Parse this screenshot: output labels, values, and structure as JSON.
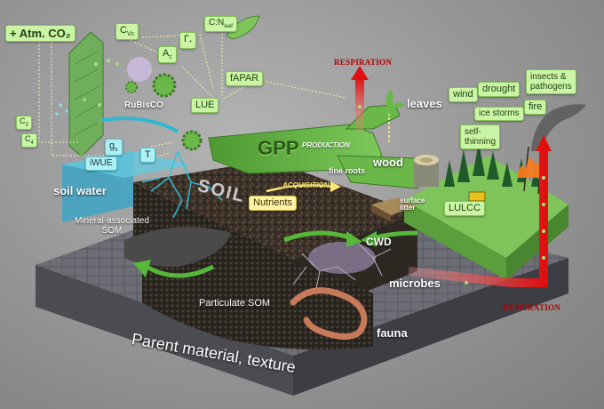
{
  "labels": {
    "atm_co2": "+ Atm. CO₂",
    "c_vc": "C",
    "c_vc_sub": "Vc",
    "a_c": "A",
    "a_c_sub": "c",
    "gamma_star": "Γ",
    "gamma_sub": "*",
    "c_n_leaf": "C:N",
    "c_n_leaf_sub": "leaf",
    "rubisco": "RuBisCO",
    "fapar": "fAPAR",
    "lue": "LUE",
    "c3": "C",
    "c3_sub": "3",
    "c4": "C",
    "c4_sub": "4",
    "gs": "g",
    "gs_sub": "s",
    "t": "T",
    "iwue": "iWUE",
    "gpp": "GPP",
    "production": "PRODUCTION",
    "acquisition": "ACQUISITION",
    "nutrients": "Nutrients",
    "fine_roots": "fine roots",
    "leaves": "leaves",
    "wood": "wood",
    "respiration_top": "RESPIRATION",
    "respiration_right": "RESPIRATION",
    "wind": "wind",
    "drought": "drought",
    "insects": "insects &\npathogens",
    "ice_storms": "ice storms",
    "fire": "fire",
    "self_thinning": "self-\nthinning",
    "lulcc": "LULCC",
    "surface_litter": "surface\nlitter",
    "cwd": "CWD",
    "soil_water": "soil water",
    "soil": "SOIL",
    "mineral_som": "Mineral-associated\nSOM",
    "particulate_som": "Particulate SOM",
    "microbes": "microbes",
    "fauna": "fauna",
    "parent_material": "Parent material, texture"
  },
  "colors": {
    "box_green": "#c9f5a4",
    "box_blue": "#aef0f4",
    "respiration_red": "#b30000",
    "flow_green": "#5aa63a",
    "water_blue": "#2fb8cf"
  }
}
